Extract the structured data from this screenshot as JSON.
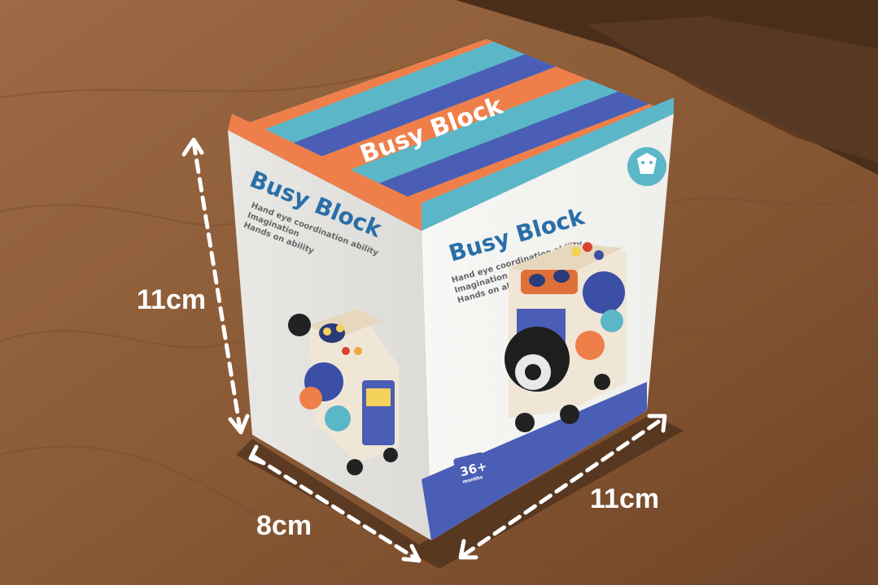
{
  "product": {
    "name": "Busy Block",
    "features": [
      "Hand eye coordination ability",
      "Imagination",
      "Hands on ability"
    ],
    "age_badge": "36+",
    "age_badge_sub": "months"
  },
  "dimensions": {
    "height": "11cm",
    "depth": "8cm",
    "width": "11cm"
  },
  "colors": {
    "table": "#8a5a36",
    "stripe_orange": "#ef7f4a",
    "stripe_teal": "#5bb7c8",
    "stripe_blue": "#4a5eb5",
    "title_blue": "#2a6fa8",
    "box_white": "#f3f2ef"
  }
}
